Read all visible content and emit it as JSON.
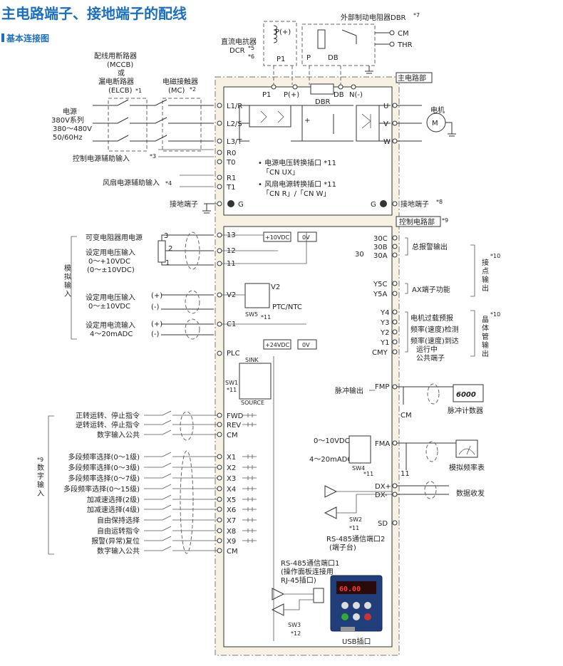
{
  "title": "主电路端子、接地端子的配线",
  "subtitle": "基本连接图",
  "labels": {
    "mccb": "配线用断路器\n(MCCB)\n或\n漏电断路器\n(ELCB)",
    "note1": "*1",
    "mc": "电磁接触器\n(MC)",
    "note2": "*2",
    "power": "电源\n380V系列\n380～480V\n50/60Hz",
    "ctrl_aux": "控制电源辅助输入",
    "note3": "*3",
    "fan_aux": "风扇电源辅助输入",
    "note4": "*4",
    "ground_terminal_left": "接地端子",
    "dcr": "直流电抗器\nDCR",
    "note5": "*5",
    "note6": "*6",
    "dbr_ext": "外部制动电阻器DBR",
    "note7": "*7",
    "main_circuit": "主电路部",
    "control_circuit": "控制电路部",
    "note9": "*9",
    "motor": "电机",
    "ground_terminal_right": "接地端子",
    "note8": "*8",
    "cn_ux": "• 电源电压转换插口 *11\n「CN UX」",
    "cn_rw": "• 风扇电源转换插口 *11\n「CN R」/「CN W」",
    "var_res": "可变电阻器用电源",
    "set_v1": "设定用电压输入\n0～+10VDC\n(0～±10VDC)",
    "analog_in": "模\n拟\n输\n入",
    "set_v2": "设定用电压输入\n0～±10VDC",
    "set_i": "设定用电流输入\n4～20mADC",
    "ptc": "PTC/NTC",
    "sw5": "SW5",
    "sw1": "SW1",
    "sink": "SINK",
    "source": "SOURCE",
    "plus10": "+10VDC",
    "zero_v": "0V",
    "plus24": "+24VDC",
    "alarm_out": "总报警输出",
    "relay_out": "接\n点\n输\n出",
    "note10": "*10",
    "ax": "AX端子功能",
    "motor_overload": "电机过载预报\n频率(速度)检测\n频率(速度)到达\n运行中\n公共端子",
    "transistor_out": "晶\n体\n管\n输\n出",
    "pulse_out": "脉冲输出",
    "pulse_counter": "脉冲计数器",
    "pulse_display": "6000",
    "fma_range": "0～10VDC\n4～20mADC",
    "sw4": "SW4",
    "analog_meter": "模拟频率表",
    "data_tx": "数据收发",
    "sw2": "SW2",
    "rs485_2": "RS-485通信端口2\n(端子台)",
    "rs485_1": "RS-485通信端口1\n(操作面板连接用\nRJ-45插口)",
    "sw3": "SW3",
    "note12": "*12",
    "usb": "USB插口",
    "panel_display": "60.00",
    "digital_in": "数\n字\n输\n入",
    "fwd_desc": "正转运转、停止指令",
    "rev_desc": "逆转运转、停止指令",
    "cm_desc": "数字输入公共",
    "x_desc": [
      "多段频率选择(0～1级)",
      "多段频率选择(0～3级)",
      "多段频率选择(0～7级)",
      "多段频率选择(0～15级)",
      "加减速选择(2级)",
      "加减速选择(4级)",
      "自由保持选择",
      "自由运转指令",
      "报警(异常)复位",
      "数字输入公共"
    ]
  },
  "terminals": {
    "left_main": [
      "L1/R",
      "L2/S",
      "L3/T",
      "R0",
      "T0",
      "R1",
      "T1",
      "G"
    ],
    "top_main": [
      "P1",
      "P(+)",
      "DB",
      "N(-)"
    ],
    "right_main": [
      "U",
      "V",
      "W",
      "G"
    ],
    "analog": [
      "13",
      "12",
      "11",
      "V2",
      "C1",
      "PLC"
    ],
    "digital": [
      "FWD",
      "REV",
      "CM",
      "X1",
      "X2",
      "X3",
      "X4",
      "X5",
      "X6",
      "X7",
      "X8",
      "X9",
      "CM"
    ],
    "relay": [
      "30C",
      "30B",
      "30A",
      "30",
      "Y5C",
      "Y5A",
      "Y4",
      "Y3",
      "Y2",
      "Y1",
      "CMY"
    ],
    "right_ctrl": [
      "FMP",
      "CM",
      "FMA",
      "11",
      "DX+",
      "DX-",
      "SD"
    ],
    "dcr_terms": [
      "P(+)",
      "P1"
    ],
    "dbr_terms": [
      "P",
      "DB",
      "CM",
      "THR"
    ],
    "dbr_inner": "DBR",
    "v2_inner": "V2",
    "thirty": "30",
    "pot_labels": [
      "3",
      "2",
      "1"
    ],
    "plus": "(+)",
    "minus": "(-)"
  },
  "notes": {
    "n11": "*11",
    "n10": "*10",
    "n3": "3",
    "n2": "2",
    "n1": "1"
  }
}
